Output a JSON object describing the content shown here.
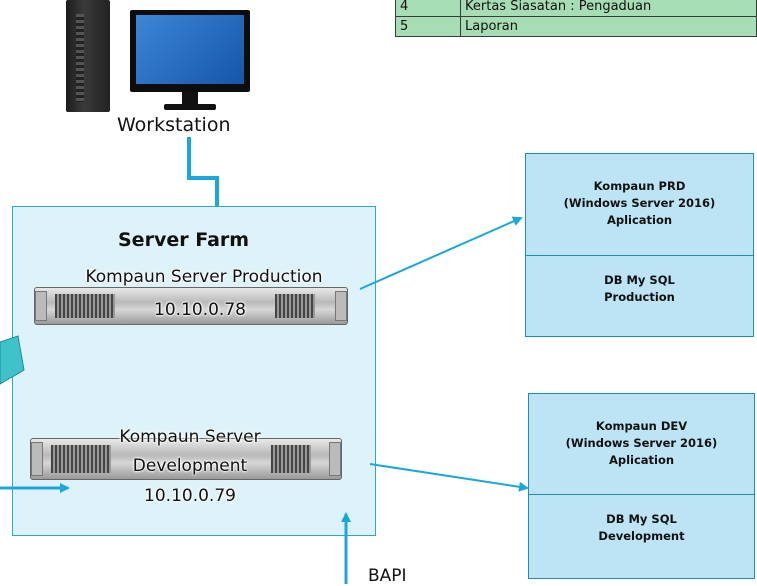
{
  "table": {
    "rows": [
      {
        "no": "4",
        "item": "Kertas Siasatan :  Pengaduan"
      },
      {
        "no": "5",
        "item": "Laporan"
      }
    ]
  },
  "workstation": {
    "label": "Workstation"
  },
  "server_farm": {
    "title": "Server Farm",
    "production": {
      "name": "Kompaun Server Production",
      "ip": "10.10.0.78"
    },
    "development": {
      "name_line1": "Kompaun Server",
      "name_line2": "Development",
      "ip": "10.10.0.79"
    }
  },
  "prd_box": {
    "line1": "Kompaun PRD",
    "line2": "(Windows Server 2016)",
    "line3": "Aplication",
    "db_line1": "DB My SQL",
    "db_line2": "Production"
  },
  "dev_box": {
    "line1": "Kompaun DEV",
    "line2": "(Windows Server 2016)",
    "line3": "Aplication",
    "db_line1": "DB My SQL",
    "db_line2": "Development"
  },
  "bapi": {
    "label": "BAPI"
  },
  "colors": {
    "connector": "#1aa7d9",
    "farm_fill": "#def2f9",
    "info_fill": "#bde4f4",
    "table_fill": "#a6ddb4"
  }
}
